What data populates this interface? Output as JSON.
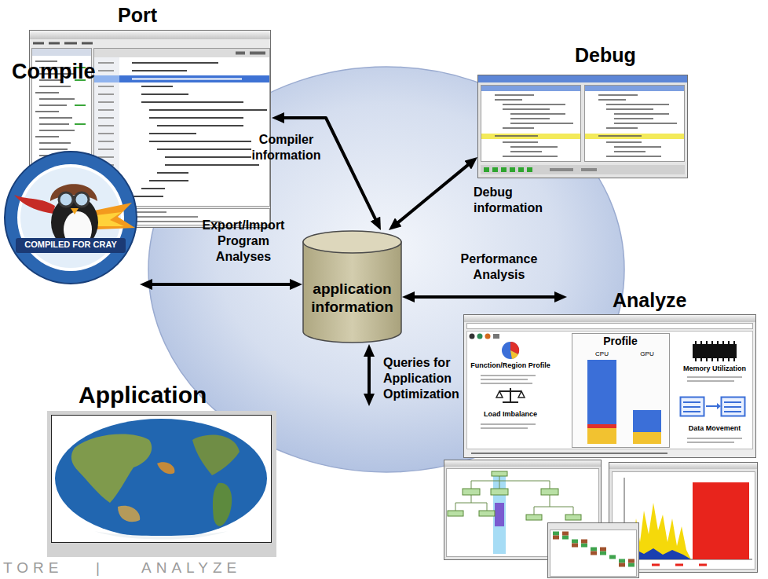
{
  "diagram": {
    "nodes": [
      {
        "text": [
          "Port"
        ]
      },
      {
        "text": [
          "Debug"
        ]
      },
      {
        "text": [
          "Compile"
        ]
      },
      {
        "text": [
          "application information"
        ]
      },
      {
        "text": [
          "Analyze"
        ]
      },
      {
        "text": [
          "Application"
        ]
      }
    ],
    "edges": [
      {
        "from": 0,
        "to": 3,
        "arrow": "both",
        "label": "Compiler information"
      },
      {
        "from": 3,
        "to": 1,
        "arrow": "both",
        "label": "Debug information"
      },
      {
        "from": 2,
        "to": 3,
        "arrow": "both",
        "label": "Export/Import Program Analyses"
      },
      {
        "from": 3,
        "to": 4,
        "arrow": "both",
        "label": "Performance Analysis"
      }
    ],
    "labels": [
      "Queries for Application Optimization",
      "COMPILED FOR CRAY",
      "Function/Region Profile",
      "Profile",
      "CPU",
      "GPU",
      "Memory Utilization",
      "Load Imbalance",
      "Data Movement",
      "TORE",
      "|",
      "ANALYZE"
    ]
  }
}
